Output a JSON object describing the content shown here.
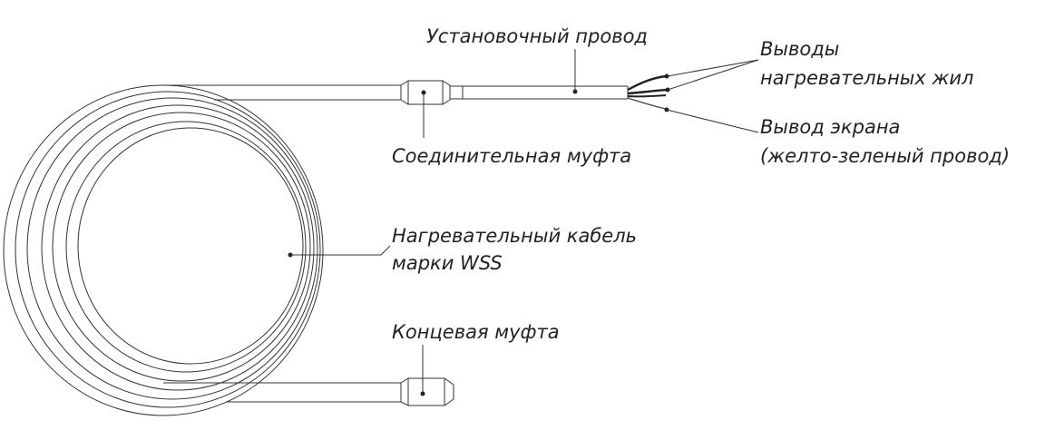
{
  "labels": {
    "installation_wire": "Установочный провод",
    "heating_core_leads_line1": "Выводы",
    "heating_core_leads_line2": "нагревательных жил",
    "connection_sleeve": "Соединительная муфта",
    "screen_lead_line1": "Вывод экрана",
    "screen_lead_line2": "(желто-зеленый провод)",
    "heating_cable_line1": "Нагревательный кабель",
    "heating_cable_line2": "марки WSS",
    "end_sleeve": "Концевая муфта"
  },
  "colors": {
    "line": "#333333",
    "text": "#222222",
    "background": "#ffffff"
  }
}
